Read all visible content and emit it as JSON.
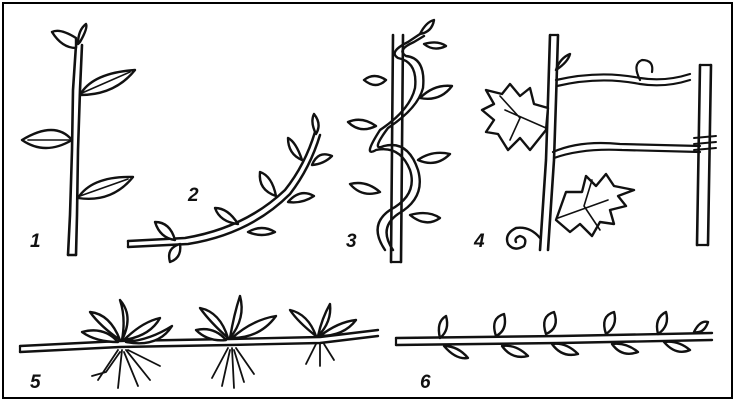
{
  "figure": {
    "panels": [
      {
        "number": "1",
        "stem_type": "erect"
      },
      {
        "number": "2",
        "stem_type": "ascending"
      },
      {
        "number": "3",
        "stem_type": "twining"
      },
      {
        "number": "4",
        "stem_type": "climbing with tendrils"
      },
      {
        "number": "5",
        "stem_type": "creeping (rooting)"
      },
      {
        "number": "6",
        "stem_type": "prostrate"
      }
    ],
    "colors": {
      "ink": "#111111",
      "background": "#ffffff",
      "frame": "#000000"
    }
  }
}
